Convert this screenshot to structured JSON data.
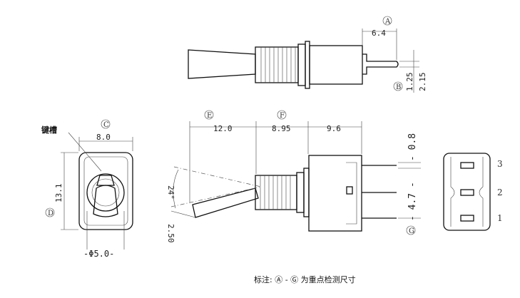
{
  "dims": {
    "top_A": "6.4",
    "top_B1": "1.25",
    "top_B2": "2.15",
    "left_C": "8.0",
    "left_D": "13.1",
    "left_phi": "-Φ5.0-",
    "side_E": "12.0",
    "side_F": "8.95",
    "side_96": "9.6",
    "side_08": "- 0.8",
    "side_47": "- 4.7 -",
    "angle": "24°",
    "lever": "2.50"
  },
  "markers": {
    "A": "A",
    "B": "B",
    "C": "C",
    "D": "D",
    "E": "E",
    "F": "F",
    "G": "G"
  },
  "callout": {
    "keyslot": "键槽"
  },
  "pins": [
    "3",
    "2",
    "1"
  ],
  "note": "标注: Ⓐ - Ⓖ 为重点检测尺寸"
}
